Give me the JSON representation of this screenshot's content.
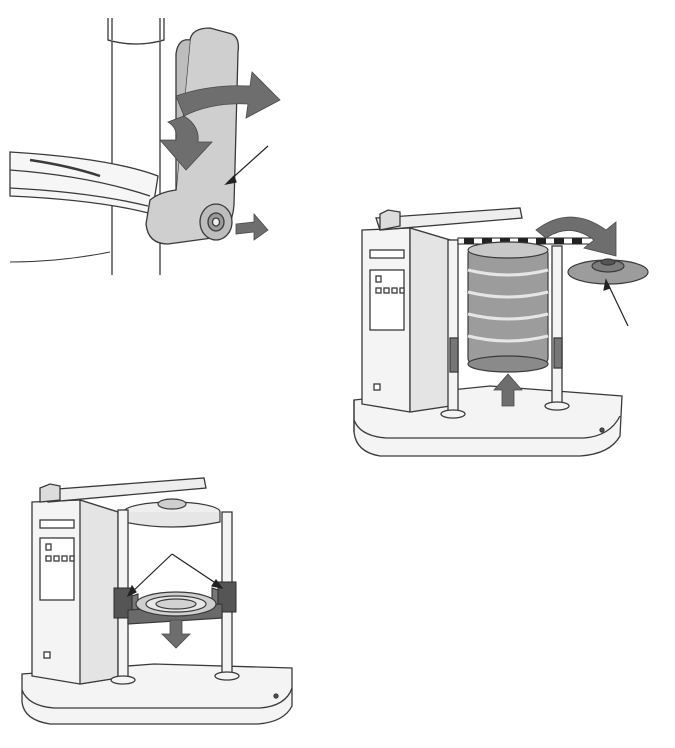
{
  "diagram": {
    "panels": [
      {
        "id": "clamp-lever-detail",
        "caption": ""
      },
      {
        "id": "sieve-stack-clamping",
        "caption": ""
      },
      {
        "id": "bottom-pan-lowering",
        "caption": ""
      }
    ],
    "colors": {
      "line": "#3a3a3a",
      "fill-light": "#f4f4f4",
      "fill-mid": "#d9d9d9",
      "lever-gray": "#cfcfcf",
      "arrow-gray": "#6e6e6e",
      "dark-band": "#555555"
    },
    "icons": [
      "rotate-arrow-icon",
      "pointer-arrow-icon",
      "up-arrow-icon",
      "down-arrow-icon",
      "curved-arrow-icon"
    ]
  }
}
